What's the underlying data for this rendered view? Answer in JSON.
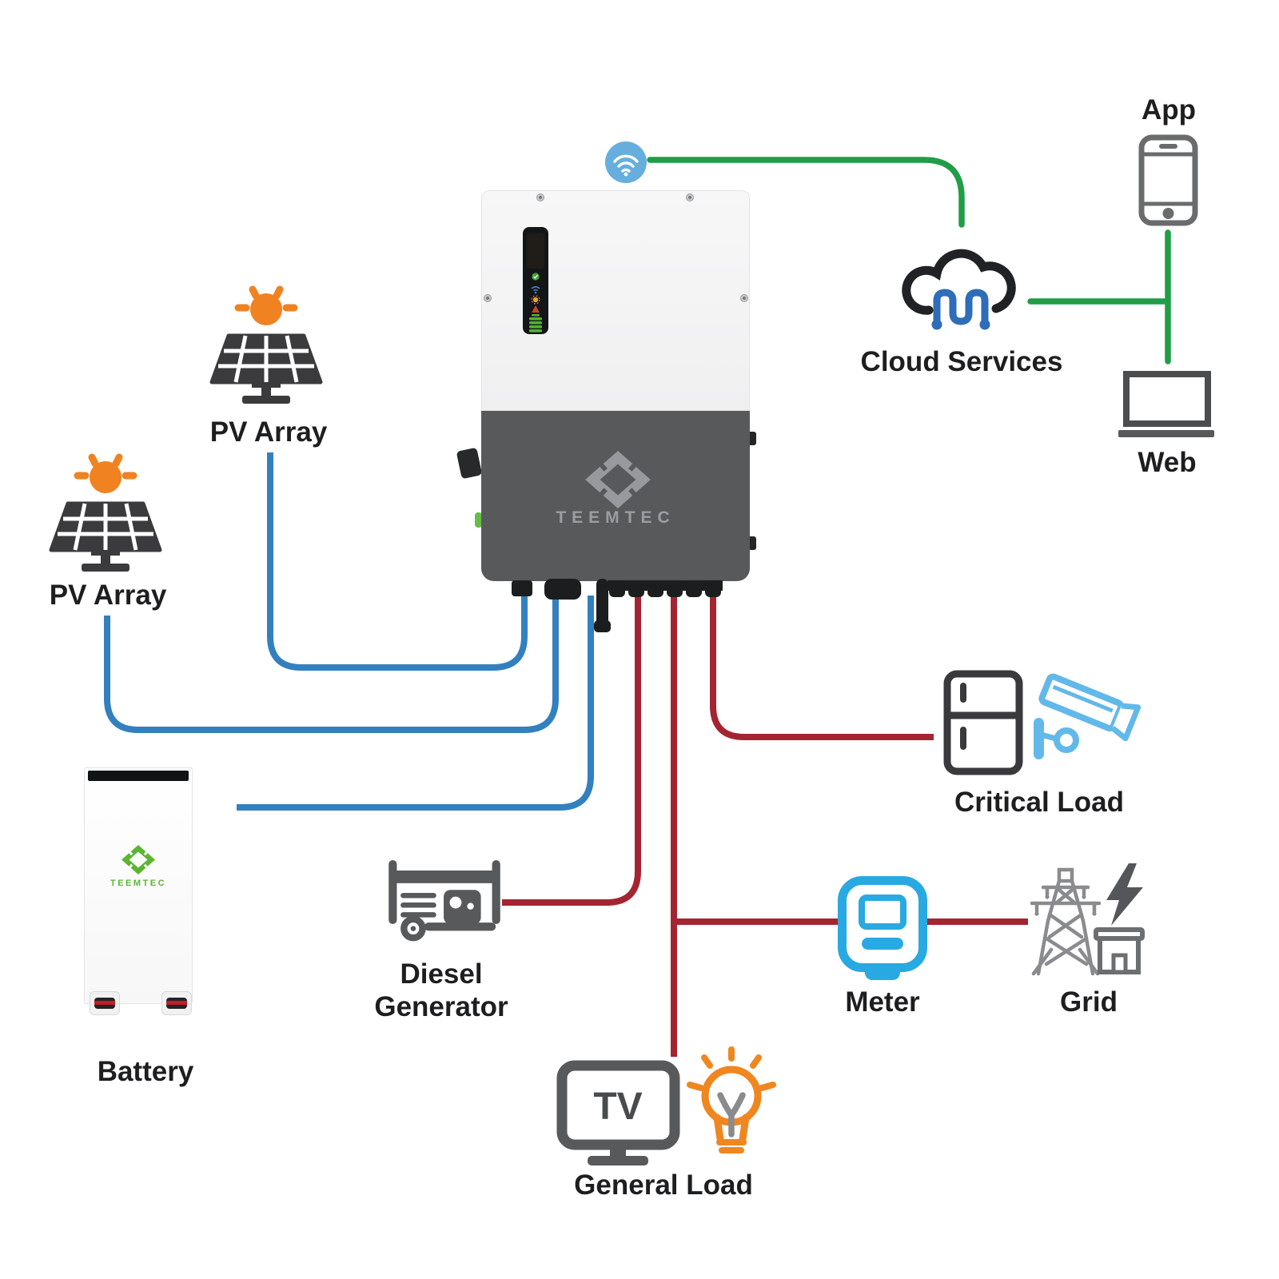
{
  "labels": {
    "pv_array_top": "PV Array",
    "pv_array_left": "PV Array",
    "battery": "Battery",
    "diesel_line1": "Diesel",
    "diesel_line2": "Generator",
    "general_load": "General Load",
    "critical_load": "Critical Load",
    "meter": "Meter",
    "grid": "Grid",
    "cloud_services": "Cloud Services",
    "app": "App",
    "web": "Web"
  },
  "inverter": {
    "brand": "TEEMTEC"
  },
  "battery_unit": {
    "brand": "TEEMTEC"
  },
  "tv_label": "TV",
  "icons": {
    "wifi": "wifi-icon",
    "sun": "sun-icon",
    "solar_panel": "solar-panel-icon",
    "cloud": "cloud-icon",
    "phone": "phone-icon",
    "laptop": "laptop-icon",
    "generator": "diesel-generator-icon",
    "tv": "tv-icon",
    "bulb": "light-bulb-icon",
    "fridge": "fridge-icon",
    "cctv": "security-camera-icon",
    "meter": "energy-meter-icon",
    "tower": "transmission-tower-icon",
    "lightning": "lightning-bolt-icon",
    "building": "substation-building-icon"
  },
  "colors": {
    "line_green": "#1f9e47",
    "line_blue": "#3380be",
    "line_red": "#a42531",
    "wifi_blue": "#66aedd",
    "accent_orange": "#f08221",
    "device_gray": "#58595b",
    "panel_dark": "#3b3b3d",
    "meter_blue": "#29a9e1",
    "camera_blue": "#62b9e9",
    "battery_green": "#5cb531",
    "cloud_node_blue": "#2e6db8",
    "text": "#1d1e20"
  }
}
